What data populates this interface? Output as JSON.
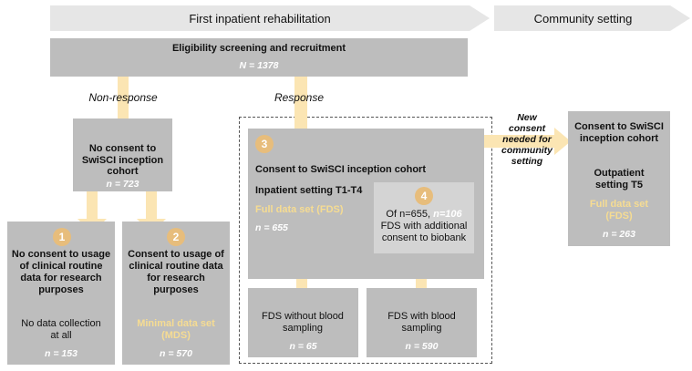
{
  "header": {
    "phase1": "First inpatient rehabilitation",
    "phase2": "Community setting"
  },
  "eligibility": {
    "title": "Eligibility screening and recruitment",
    "n": "N = 1378"
  },
  "labels": {
    "non_response": "Non-response",
    "response": "Response",
    "new_consent": "New consent needed for community setting"
  },
  "no_consent": {
    "title": "No consent to SwiSCI inception cohort",
    "n": "n = 723"
  },
  "box1": {
    "badge": "1",
    "title": "No consent to usage of clinical routine data for research purposes",
    "sub": "No data collection at all",
    "n": "n = 153"
  },
  "box2": {
    "badge": "2",
    "title": "Consent to usage of clinical routine data for research purposes",
    "dataset": "Minimal data set (MDS)",
    "n": "n = 570"
  },
  "box3": {
    "badge": "3",
    "title": "Consent to SwiSCI inception cohort",
    "setting": "Inpatient setting T1-T4",
    "dataset": "Full data set (FDS)",
    "n": "n = 655"
  },
  "box4": {
    "badge": "4",
    "of_prefix": "Of n=655,",
    "of_n": "n=106",
    "text": "FDS with additional consent to biobank"
  },
  "box5": {
    "title": "FDS without blood sampling",
    "n": "n = 65"
  },
  "box6": {
    "title": "FDS with blood sampling",
    "n": "n = 590"
  },
  "box7": {
    "title": "Consent to SwiSCI inception cohort",
    "setting": "Outpatient setting T5",
    "dataset": "Full data set (FDS)",
    "n": "n = 263"
  },
  "colors": {
    "box": "#bdbdbd",
    "header_arrow": "#e6e6e6",
    "flow_arrow": "#fbe5b3",
    "accent": "#f6dc92",
    "badge": "#e7bd7c"
  }
}
